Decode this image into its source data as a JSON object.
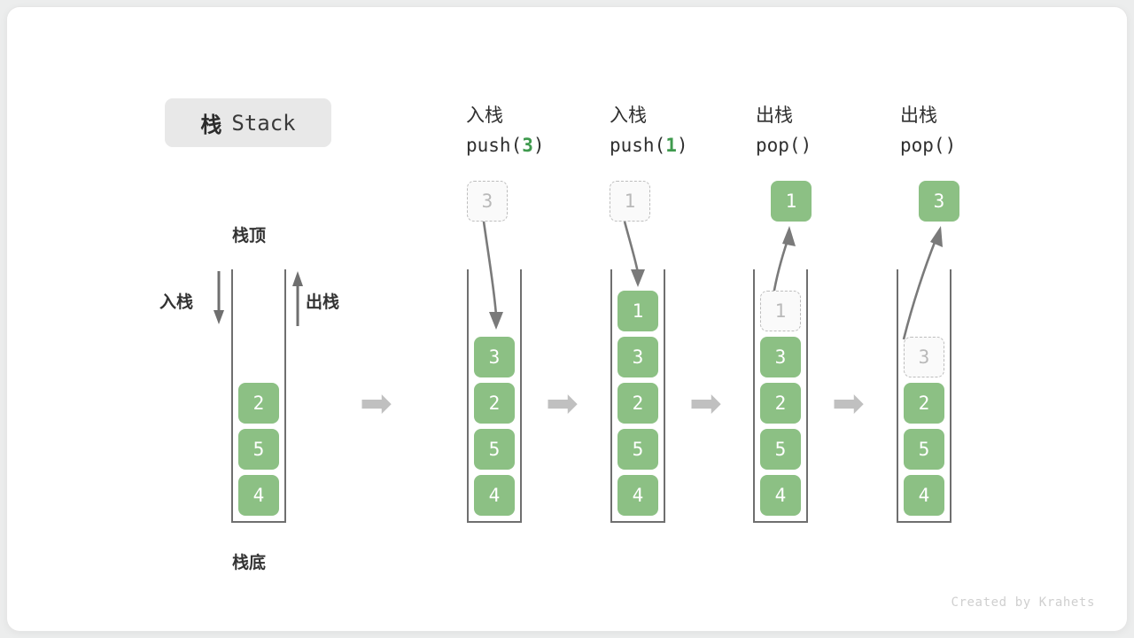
{
  "title": {
    "cn": "栈",
    "en": "Stack"
  },
  "labels": {
    "top": "栈顶",
    "bottom": "栈底",
    "push": "入栈",
    "pop": "出栈"
  },
  "accent_color": "#8cc084",
  "ghost_color": "#b9b9b9",
  "arrow_color": "#c0c0c0",
  "separator_arrow": "➡",
  "columns": [
    {
      "id": "initial",
      "header_cn": "",
      "header_code": "",
      "cells": [
        {
          "value": "2",
          "state": "filled"
        },
        {
          "value": "5",
          "state": "filled"
        },
        {
          "value": "4",
          "state": "filled"
        }
      ]
    },
    {
      "id": "push-3",
      "header_cn": "入栈",
      "header_code_prefix": "push(",
      "header_code_arg": "3",
      "header_code_suffix": ")",
      "floating": {
        "value": "3",
        "state": "ghost"
      },
      "cells": [
        {
          "value": "3",
          "state": "filled"
        },
        {
          "value": "2",
          "state": "filled"
        },
        {
          "value": "5",
          "state": "filled"
        },
        {
          "value": "4",
          "state": "filled"
        }
      ]
    },
    {
      "id": "push-1",
      "header_cn": "入栈",
      "header_code_prefix": "push(",
      "header_code_arg": "1",
      "header_code_suffix": ")",
      "floating": {
        "value": "1",
        "state": "ghost"
      },
      "cells": [
        {
          "value": "1",
          "state": "filled"
        },
        {
          "value": "3",
          "state": "filled"
        },
        {
          "value": "2",
          "state": "filled"
        },
        {
          "value": "5",
          "state": "filled"
        },
        {
          "value": "4",
          "state": "filled"
        }
      ]
    },
    {
      "id": "pop-1",
      "header_cn": "出栈",
      "header_code_prefix": "pop(",
      "header_code_arg": "",
      "header_code_suffix": ")",
      "floating": {
        "value": "1",
        "state": "filled"
      },
      "cells": [
        {
          "value": "1",
          "state": "ghost"
        },
        {
          "value": "3",
          "state": "filled"
        },
        {
          "value": "2",
          "state": "filled"
        },
        {
          "value": "5",
          "state": "filled"
        },
        {
          "value": "4",
          "state": "filled"
        }
      ]
    },
    {
      "id": "pop-3",
      "header_cn": "出栈",
      "header_code_prefix": "pop(",
      "header_code_arg": "",
      "header_code_suffix": ")",
      "floating": {
        "value": "3",
        "state": "filled"
      },
      "cells": [
        {
          "value": "3",
          "state": "ghost"
        },
        {
          "value": "2",
          "state": "filled"
        },
        {
          "value": "5",
          "state": "filled"
        },
        {
          "value": "4",
          "state": "filled"
        }
      ]
    }
  ],
  "footer": "Created by Krahets"
}
